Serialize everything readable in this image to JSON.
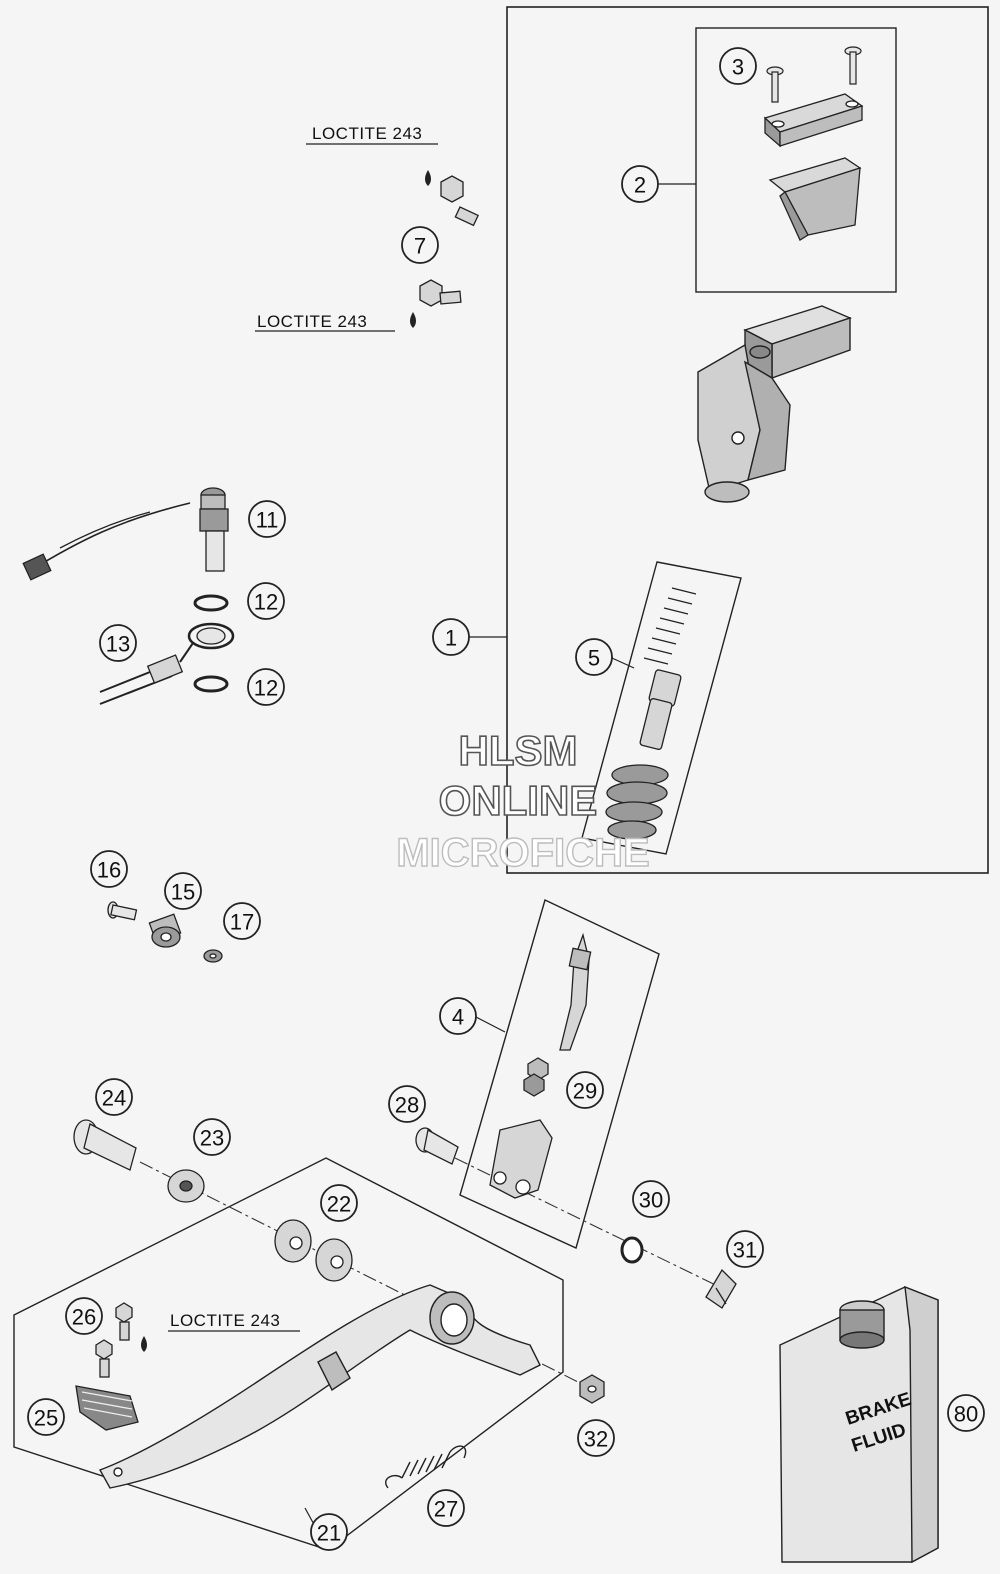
{
  "callouts": {
    "c1": "1",
    "c2": "2",
    "c3": "3",
    "c4": "4",
    "c5": "5",
    "c7": "7",
    "c11": "11",
    "c12a": "12",
    "c12b": "12",
    "c13": "13",
    "c15": "15",
    "c16": "16",
    "c17": "17",
    "c21": "21",
    "c22": "22",
    "c23": "23",
    "c24": "24",
    "c25": "25",
    "c26": "26",
    "c27": "27",
    "c28": "28",
    "c29": "29",
    "c30": "30",
    "c31": "31",
    "c32": "32",
    "c80": "80"
  },
  "notes": {
    "loctite_a": "LOCTITE 243",
    "loctite_b": "LOCTITE 243",
    "loctite_c": "LOCTITE 243"
  },
  "container_label": {
    "line1": "BRAKE",
    "line2": "FLUID"
  },
  "watermark": {
    "line1": "HLSM",
    "line2": "ONLINE",
    "line3": "MICROFICHE"
  },
  "colors": {
    "background": "#f5f5f5",
    "line": "#222222",
    "part_fill": "#e6e6e6",
    "part_dark": "#9a9a9a"
  }
}
